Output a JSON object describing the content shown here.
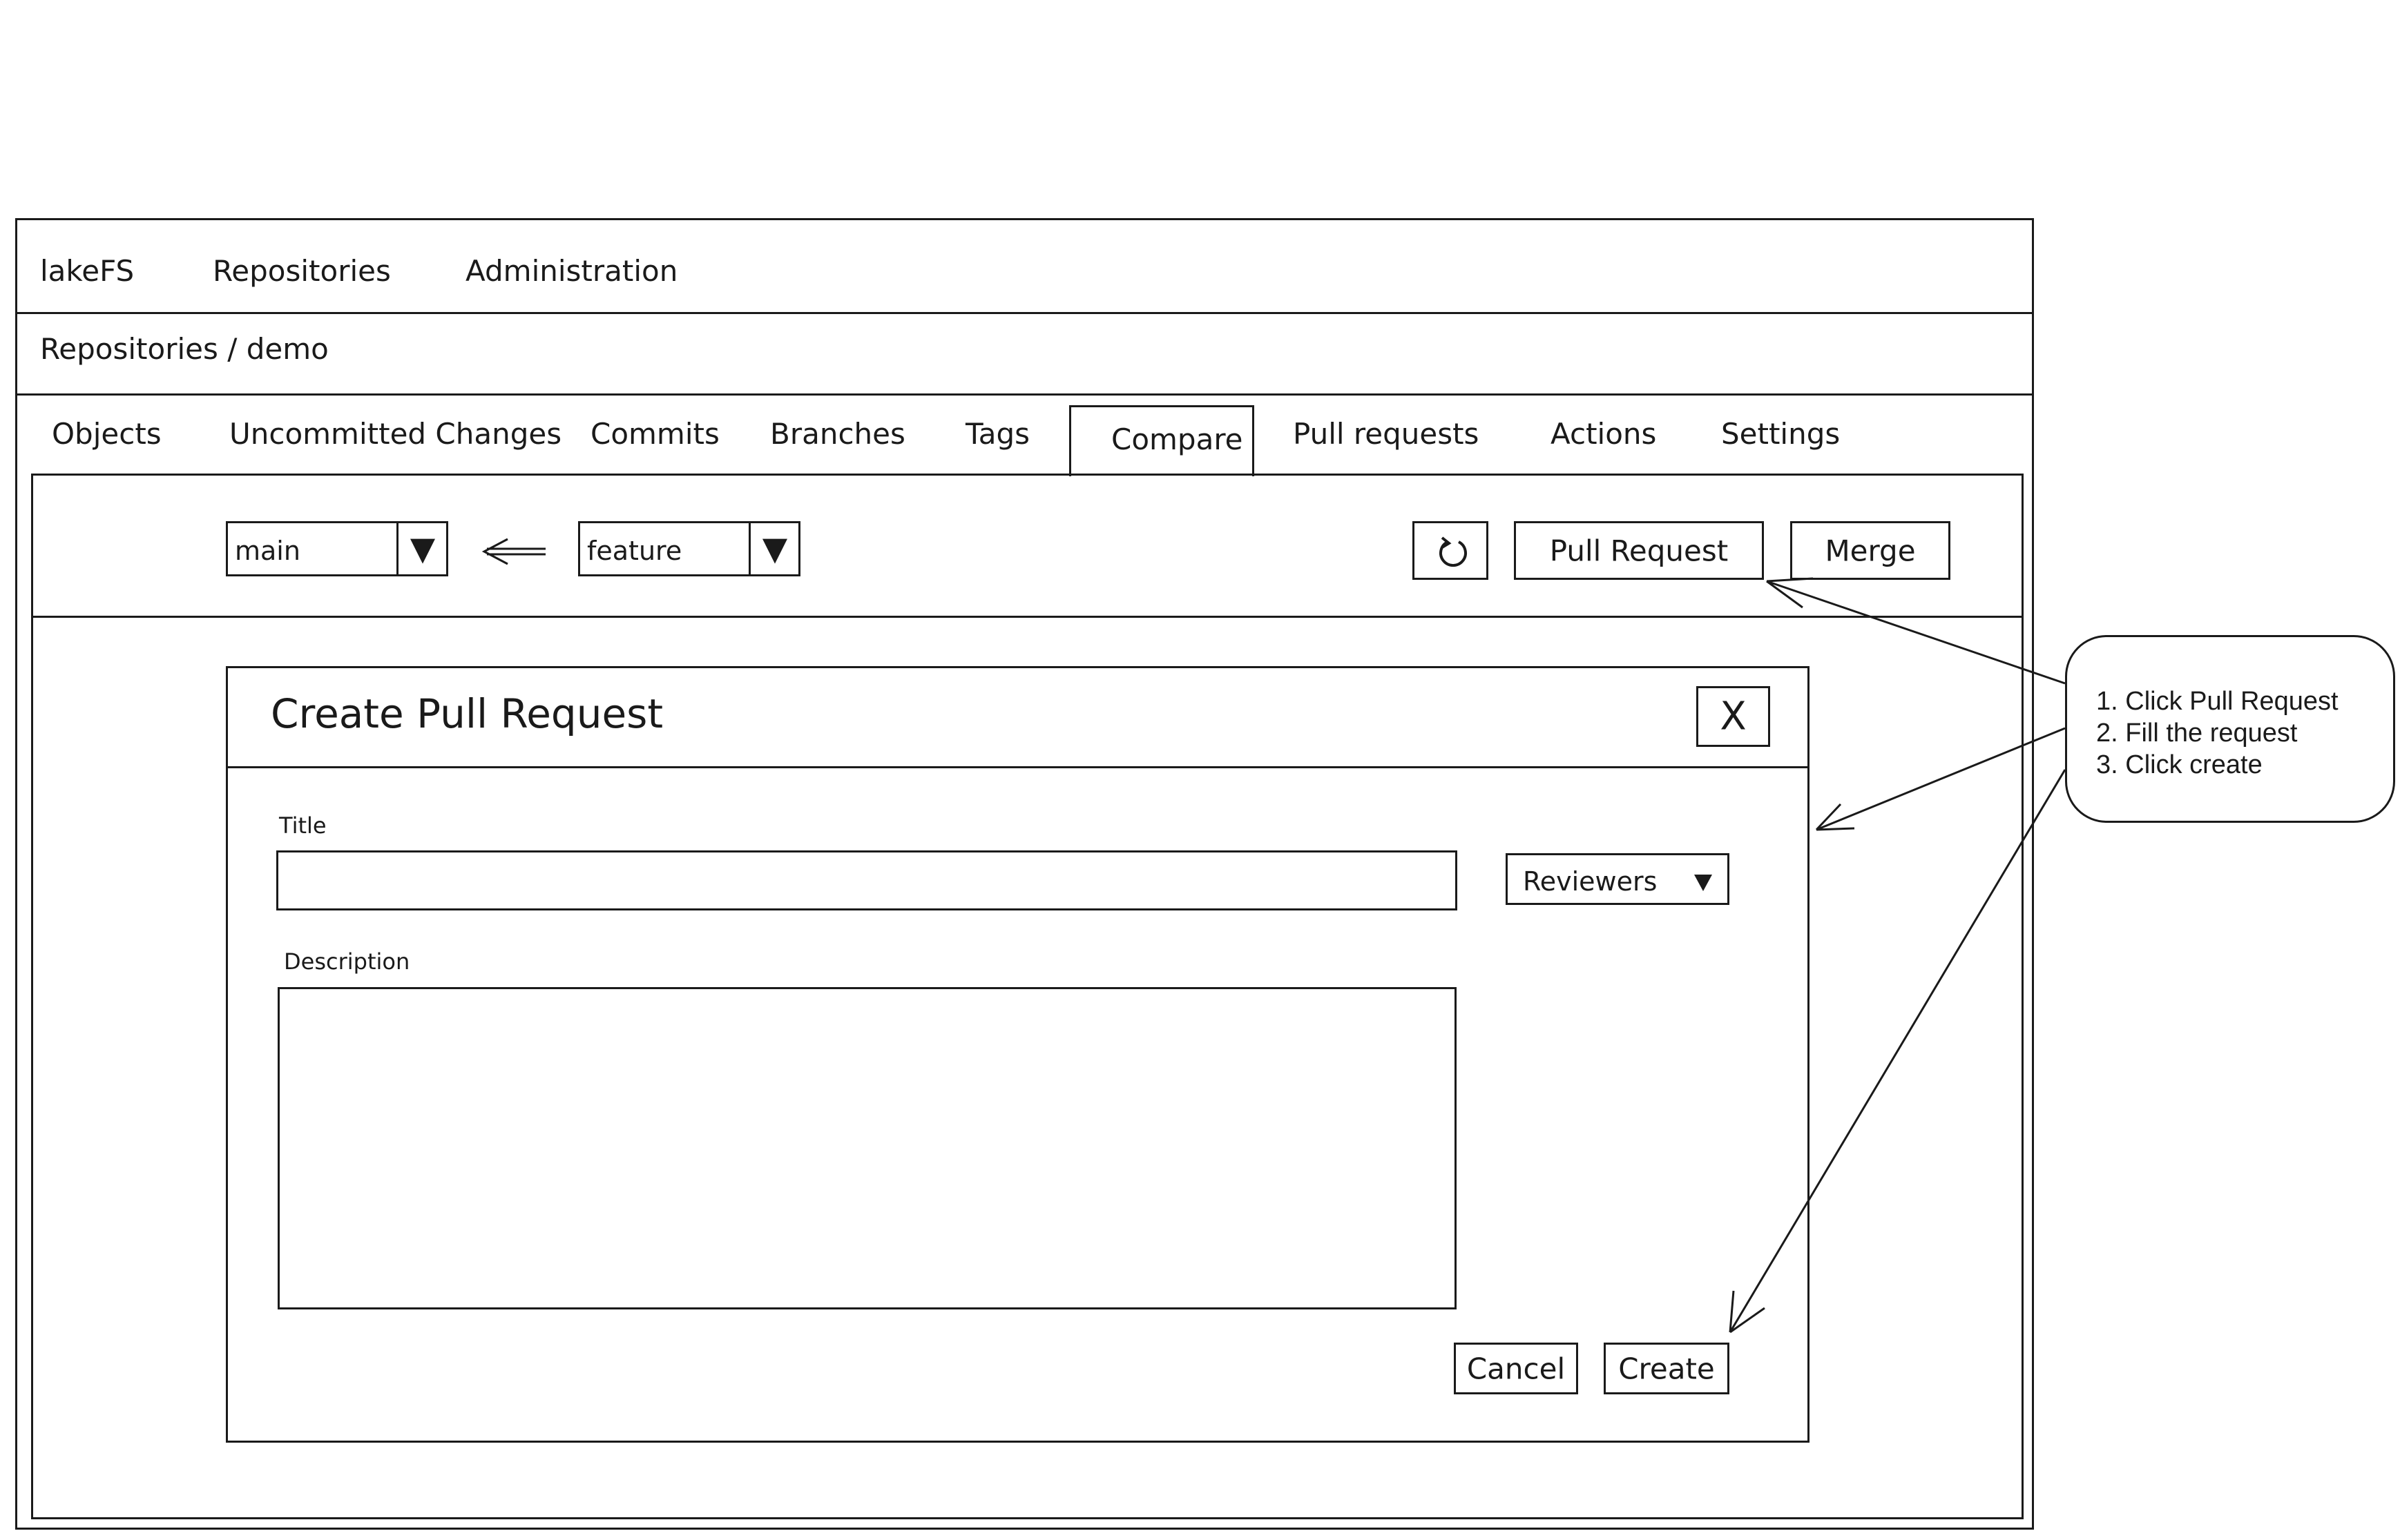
{
  "topnav": {
    "brand": "lakeFS",
    "items": [
      "Repositories",
      "Administration"
    ]
  },
  "breadcrumb": "Repositories / demo",
  "tabs": [
    {
      "label": "Objects"
    },
    {
      "label": "Uncommitted Changes"
    },
    {
      "label": "Commits"
    },
    {
      "label": "Branches"
    },
    {
      "label": "Tags"
    },
    {
      "label": "Compare",
      "active": true
    },
    {
      "label": "Pull requests"
    },
    {
      "label": "Actions"
    },
    {
      "label": "Settings"
    }
  ],
  "compare_bar": {
    "base_branch": "main",
    "compare_branch": "feature",
    "pull_request_label": "Pull Request",
    "merge_label": "Merge"
  },
  "modal": {
    "title": "Create Pull Request",
    "close_label": "X",
    "title_field_label": "Title",
    "title_value": "",
    "description_field_label": "Description",
    "description_value": "",
    "reviewers_label": "Reviewers",
    "cancel_label": "Cancel",
    "create_label": "Create"
  },
  "callout": {
    "steps": [
      "1. Click Pull Request",
      "2. Fill the request",
      "3. Click create"
    ]
  },
  "icons": {
    "refresh": "refresh-icon",
    "branch_arrow": "arrow-left-icon",
    "dropdown": "caret-down-icon"
  }
}
